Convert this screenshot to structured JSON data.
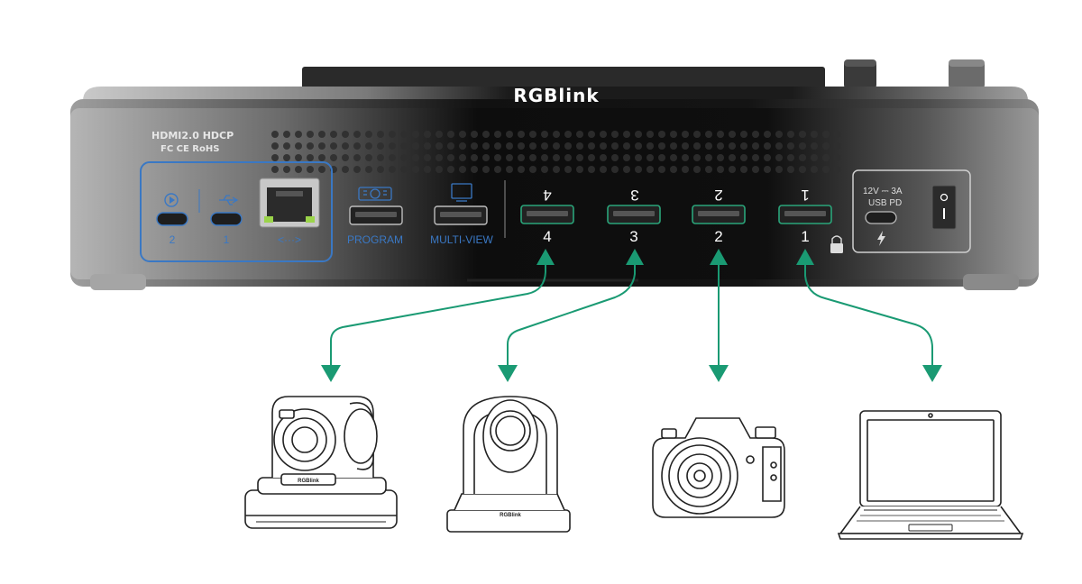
{
  "device": {
    "brand": "RGBlink",
    "cert_line1": "HDMI2.0 HDCP",
    "cert_line2": "FC CE RoHS"
  },
  "left_panel": {
    "usb_c_2_label": "2",
    "usb_c_1_label": "1",
    "lan_label": "<···>"
  },
  "outputs": {
    "program_label": "PROGRAM",
    "multiview_label": "MULTI-VIEW"
  },
  "inputs": [
    {
      "number": "4",
      "mirror_number": "4",
      "source": "ptz-camera-a"
    },
    {
      "number": "3",
      "mirror_number": "3",
      "source": "ptz-camera-b"
    },
    {
      "number": "2",
      "mirror_number": "2",
      "source": "dslr-camera"
    },
    {
      "number": "1",
      "mirror_number": "1",
      "source": "laptop"
    }
  ],
  "power": {
    "spec_line1": "12V ⎓ 3A",
    "spec_line2": "USB  PD"
  },
  "camera_badges": {
    "ptz_a": "RGBlink",
    "ptz_b": "RGBlink"
  },
  "colors": {
    "arrow": "#1a9a73",
    "panel": "#1a1a1a",
    "blue": "#3a78c4",
    "hdmi_rim": "#2aa57a"
  }
}
